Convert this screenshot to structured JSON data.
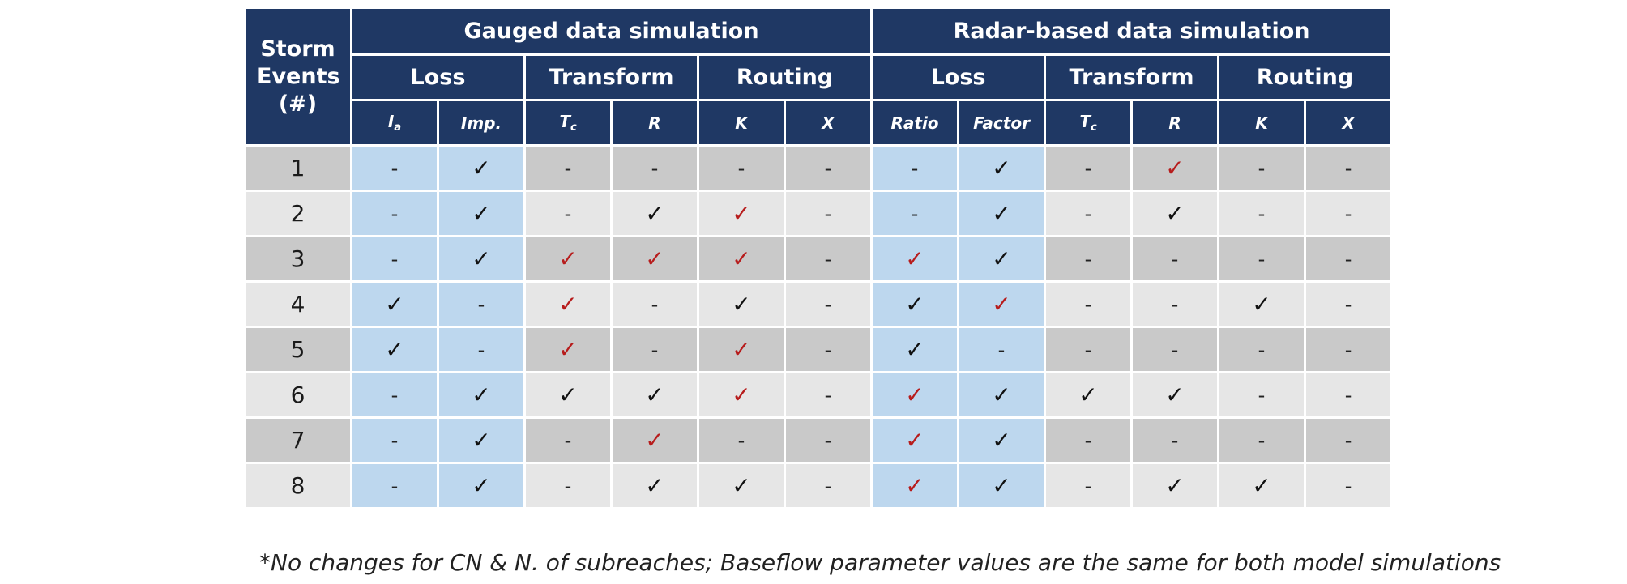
{
  "header": {
    "storm_events": "Storm Events (#)",
    "groups": [
      "Gauged data simulation",
      "Radar-based data simulation"
    ],
    "subgroups": [
      "Loss",
      "Transform",
      "Routing",
      "Loss",
      "Transform",
      "Routing"
    ],
    "params": [
      {
        "base": "I",
        "sub": "a"
      },
      {
        "base": "Imp.",
        "sub": ""
      },
      {
        "base": "T",
        "sub": "c"
      },
      {
        "base": "R",
        "sub": ""
      },
      {
        "base": "K",
        "sub": ""
      },
      {
        "base": "X",
        "sub": ""
      },
      {
        "base": "Ratio",
        "sub": ""
      },
      {
        "base": "Factor",
        "sub": ""
      },
      {
        "base": "T",
        "sub": "c"
      },
      {
        "base": "R",
        "sub": ""
      },
      {
        "base": "K",
        "sub": ""
      },
      {
        "base": "X",
        "sub": ""
      }
    ]
  },
  "legend_symbols": {
    "none": "-",
    "check": "✓"
  },
  "colors": {
    "header_bg": "#1f3864",
    "loss_blue": "#bdd7ee",
    "row_dark": "#c9c9c9",
    "row_light": "#e6e6e6",
    "check_black": "#111111",
    "check_red": "#b71c1c"
  },
  "rows": [
    {
      "event": "1",
      "cells": [
        "-",
        "✓",
        "-",
        "-",
        "-",
        "-",
        "-",
        "✓",
        "-",
        "✓r",
        "-",
        "-"
      ]
    },
    {
      "event": "2",
      "cells": [
        "-",
        "✓",
        "-",
        "✓",
        "✓r",
        "-",
        "-",
        "✓",
        "-",
        "✓",
        "-",
        "-"
      ]
    },
    {
      "event": "3",
      "cells": [
        "-",
        "✓",
        "✓r",
        "✓r",
        "✓r",
        "-",
        "✓r",
        "✓",
        "-",
        "-",
        "-",
        "-"
      ]
    },
    {
      "event": "4",
      "cells": [
        "✓",
        "-",
        "✓r",
        "-",
        "✓",
        "-",
        "✓",
        "✓r",
        "-",
        "-",
        "✓",
        "-"
      ]
    },
    {
      "event": "5",
      "cells": [
        "✓",
        "-",
        "✓r",
        "-",
        "✓r",
        "-",
        "✓",
        "-",
        "-",
        "-",
        "-",
        "-"
      ]
    },
    {
      "event": "6",
      "cells": [
        "-",
        "✓",
        "✓",
        "✓",
        "✓r",
        "-",
        "✓r",
        "✓",
        "✓",
        "✓",
        "-",
        "-"
      ]
    },
    {
      "event": "7",
      "cells": [
        "-",
        "✓",
        "-",
        "✓r",
        "-",
        "-",
        "✓r",
        "✓",
        "-",
        "-",
        "-",
        "-"
      ]
    },
    {
      "event": "8",
      "cells": [
        "-",
        "✓",
        "-",
        "✓",
        "✓",
        "-",
        "✓r",
        "✓",
        "-",
        "✓",
        "✓",
        "-"
      ]
    }
  ],
  "footnote": "*No changes for CN & N. of subreaches; Baseflow parameter values are the same for both model simulations"
}
